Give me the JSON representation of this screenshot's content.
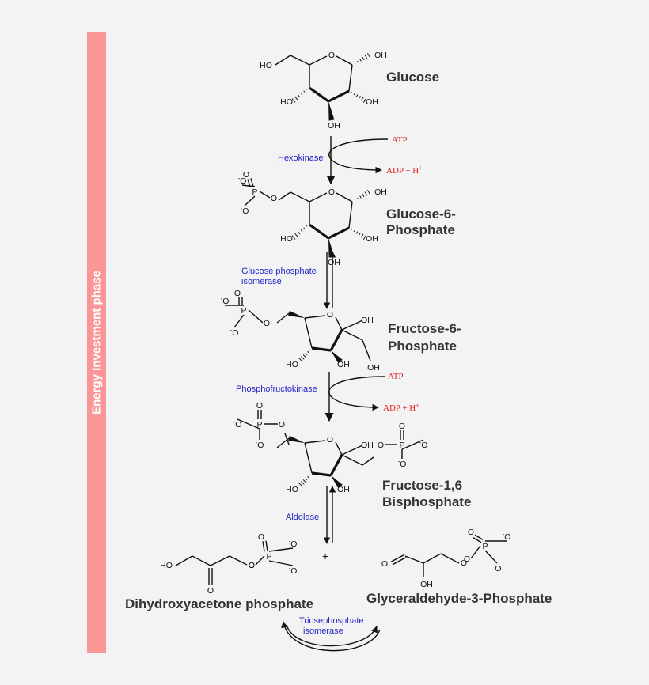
{
  "phase_label": "Energy Investment phase",
  "molecules": {
    "glucose": "Glucose",
    "g6p_line1": "Glucose-6-",
    "g6p_line2": "Phosphate",
    "f6p_line1": "Fructose-6-",
    "f6p_line2": "Phosphate",
    "f16bp_line1": "Fructose-1,6",
    "f16bp_line2": "Bisphosphate",
    "dhap": "Dihydroxyacetone phosphate",
    "g3p": "Glyceraldehyde-3-Phosphate"
  },
  "enzymes": {
    "hexokinase": "Hexokinase",
    "gpi_line1": "Glucose phosphate",
    "gpi_line2": "isomerase",
    "pfk": "Phosphofructokinase",
    "aldolase": "Aldolase",
    "tpi_line1": "Triosephosphate",
    "tpi_line2": "isomerase"
  },
  "cofactors": {
    "atp": "ATP",
    "adp": "ADP + H",
    "plus_sup": "+"
  },
  "plus_sign": "+",
  "atoms": {
    "oh": "OH",
    "ho": "HO",
    "o": "O",
    "p": "P",
    "o_minus": "O",
    "minus": "-"
  },
  "colors": {
    "phase_bar": "#fa9696",
    "enzyme_text": "#2323c8",
    "cofactor_text": "#e02020",
    "molecule_text": "#333333"
  }
}
